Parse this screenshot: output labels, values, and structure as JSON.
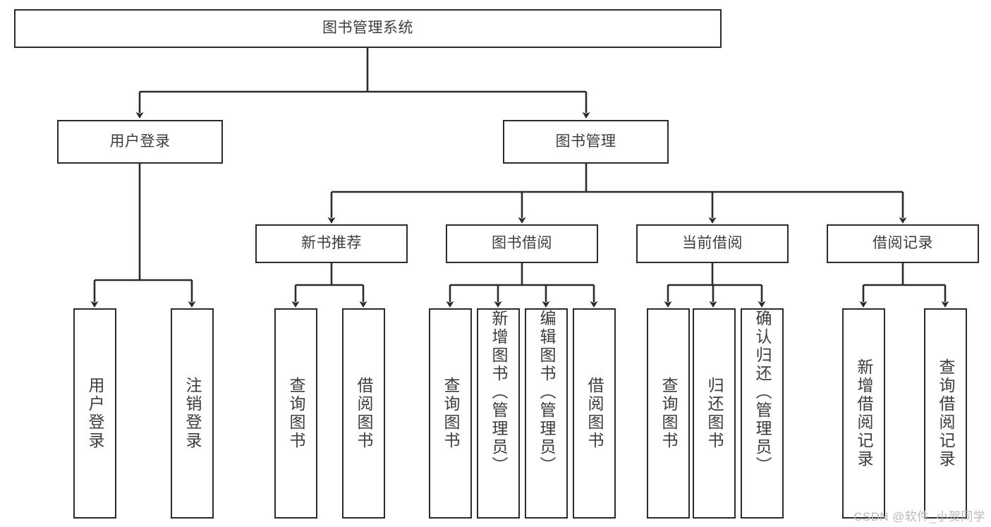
{
  "diagram": {
    "title": "图书管理系统",
    "type": "functional-structure-tree",
    "watermark": "CSDN @软件_小贺同学",
    "colors": {
      "stroke": "#2b2b2b",
      "text": "#3c3c3c",
      "background": "#ffffff",
      "watermark": "#b9b9b9"
    },
    "nodes": {
      "root": {
        "label": "图书管理系统"
      },
      "level2": [
        {
          "id": "user-login",
          "label": "用户登录"
        },
        {
          "id": "book-management",
          "label": "图书管理"
        }
      ],
      "level3": [
        {
          "id": "new-book-recommend",
          "label": "新书推荐"
        },
        {
          "id": "book-borrow",
          "label": "图书借阅"
        },
        {
          "id": "current-borrow",
          "label": "当前借阅"
        },
        {
          "id": "borrow-record",
          "label": "借阅记录"
        }
      ],
      "leaves": {
        "user_login": [
          {
            "id": "leaf-user-login",
            "label": "用户登录"
          },
          {
            "id": "leaf-logout-login",
            "label": "注销登录"
          }
        ],
        "new_book_recommend": [
          {
            "id": "leaf-query-book-1",
            "label": "查询图书"
          },
          {
            "id": "leaf-borrow-book-1",
            "label": "借阅图书"
          }
        ],
        "book_borrow": [
          {
            "id": "leaf-query-book-2",
            "label": "查询图书"
          },
          {
            "id": "leaf-add-book",
            "label": "新增图书（管理员）"
          },
          {
            "id": "leaf-edit-book",
            "label": "编辑图书（管理员）"
          },
          {
            "id": "leaf-borrow-book-2",
            "label": "借阅图书"
          }
        ],
        "current_borrow": [
          {
            "id": "leaf-query-book-3",
            "label": "查询图书"
          },
          {
            "id": "leaf-return-book",
            "label": "归还图书"
          },
          {
            "id": "leaf-confirm-return",
            "label": "确认归还（管理员）"
          }
        ],
        "borrow_record": [
          {
            "id": "leaf-add-record",
            "label": "新增借阅记录"
          },
          {
            "id": "leaf-query-record",
            "label": "查询借阅记录"
          }
        ]
      }
    }
  }
}
